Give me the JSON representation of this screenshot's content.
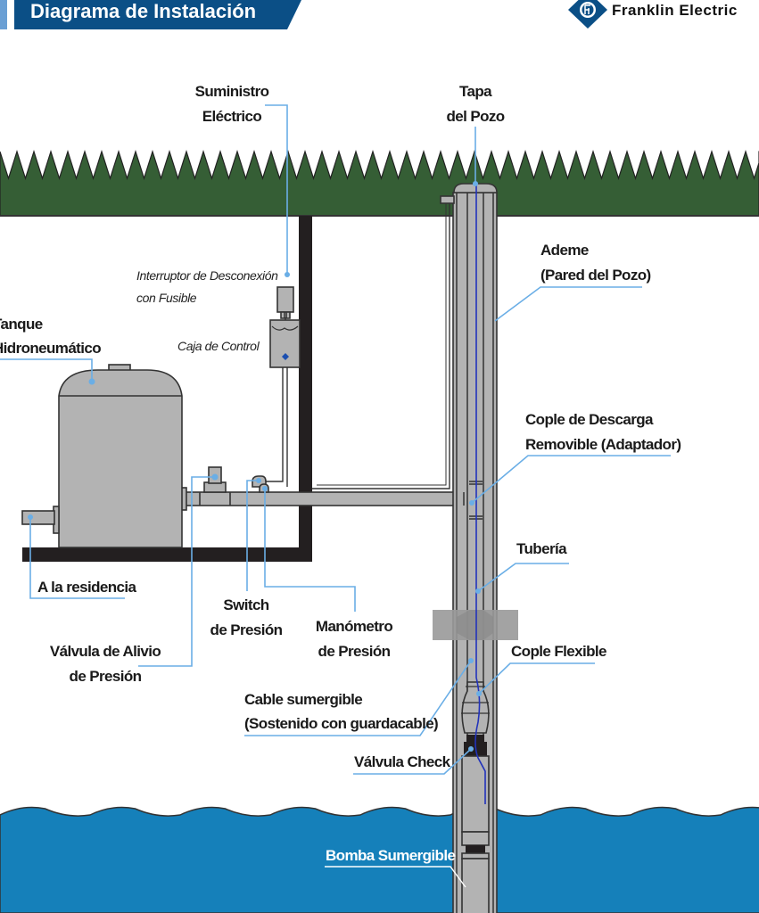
{
  "header": {
    "title": "Diagrama de Instalación",
    "brand_name": "Franklin Electric",
    "brand_logo_icon": "franklin-diamond-logo-icon",
    "title_bar_color": "#0b4f86",
    "accent_stripe_color": "#6a9fd4"
  },
  "colors": {
    "grass": "#355e35",
    "water": "#1580ba",
    "equipment": "#b3b3b3",
    "leader_line": "#6aaee6",
    "cable": "#2233bb"
  },
  "labels": {
    "suministro_electrico": [
      "Suministro",
      "Eléctrico"
    ],
    "tapa_del_pozo": [
      "Tapa",
      "del Pozo"
    ],
    "interruptor": [
      "Interruptor de Desconexión",
      "con Fusible"
    ],
    "caja_de_control": "Caja de Control",
    "tanque": [
      "Tanque",
      "Hidroneumático"
    ],
    "ademe": [
      "Ademe",
      "(Pared del Pozo)"
    ],
    "cople_descarga": [
      "Cople de Descarga",
      "Removible (Adaptador)"
    ],
    "tuberia": "Tubería",
    "a_la_residencia": "A la residencia",
    "switch_presion": [
      "Switch",
      "de Presión"
    ],
    "manometro": [
      "Manómetro",
      "de Presión"
    ],
    "valvula_alivio": [
      "Válvula de Alivio",
      "de Presión"
    ],
    "cople_flexible": "Cople Flexible",
    "cable_sumergible": [
      "Cable sumergible",
      "(Sostenido con guardacable)"
    ],
    "valvula_check": "Válvula Check",
    "bomba_sumergible": "Bomba Sumergible"
  }
}
